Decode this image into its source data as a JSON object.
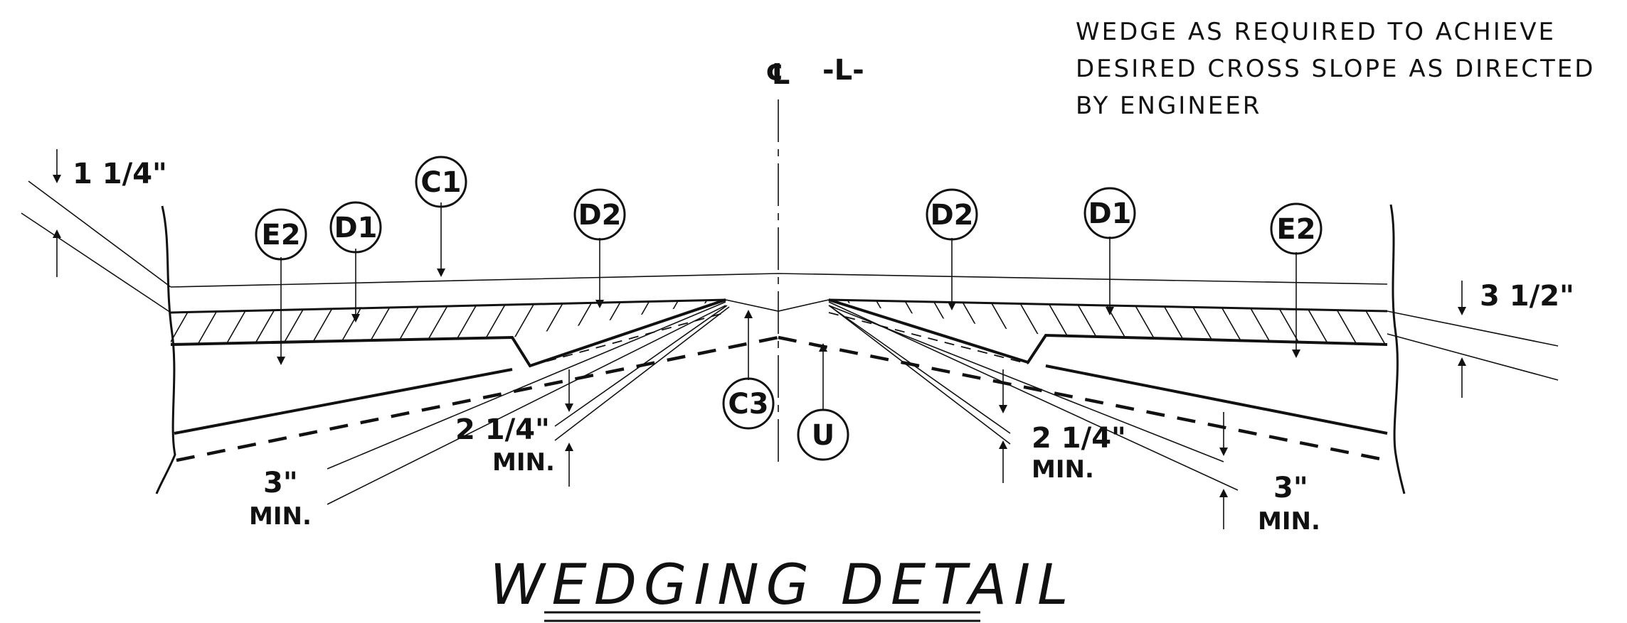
{
  "note": {
    "line1": "WEDGE AS REQUIRED TO ACHIEVE",
    "line2": "DESIRED CROSS SLOPE AS DIRECTED",
    "line3": "BY ENGINEER"
  },
  "centerline": {
    "symbol": "℄",
    "label": "-L-"
  },
  "title": "WEDGING DETAIL",
  "labels": {
    "c1": "C1",
    "e2_left": "E2",
    "d1_left": "D1",
    "d2_left": "D2",
    "c3": "C3",
    "u": "U",
    "d2_right": "D2",
    "d1_right": "D1",
    "e2_right": "E2"
  },
  "dimensions": {
    "top_left": "1 1/4\"",
    "right": "3 1/2\"",
    "left_inner_value": "2 1/4\"",
    "left_inner_min": "MIN.",
    "left_outer_value": "3\"",
    "left_outer_min": "MIN.",
    "right_inner_value": "2 1/4\"",
    "right_inner_min": "MIN.",
    "right_outer_value": "3\"",
    "right_outer_min": "MIN."
  }
}
